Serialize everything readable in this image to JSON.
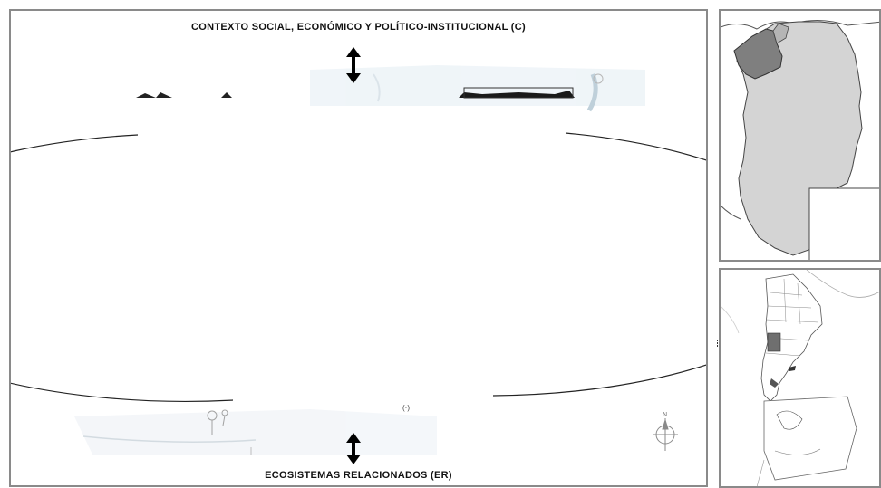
{
  "diagram": {
    "top_label": "CONTEXTO SOCIAL, ECONÓMICO Y POLÍTICO-INSTITUCIONAL (C)",
    "bottom_label": "ECOSISTEMAS RELACIONADOS (ER)",
    "arrow_icon": "double-vertical-arrow",
    "north_icon": "north-arrow-compass"
  },
  "maps": {
    "top": {
      "province_fill": "#d4d4d4",
      "highlight_fill": "#7f7f7f"
    },
    "bottom": {
      "country_fill": "#ffffff",
      "highlight_fill": "#6f6f6f"
    }
  },
  "colors": {
    "border": "#8a8a8a",
    "faint_background": "#eef4f8",
    "text": "#111111"
  }
}
